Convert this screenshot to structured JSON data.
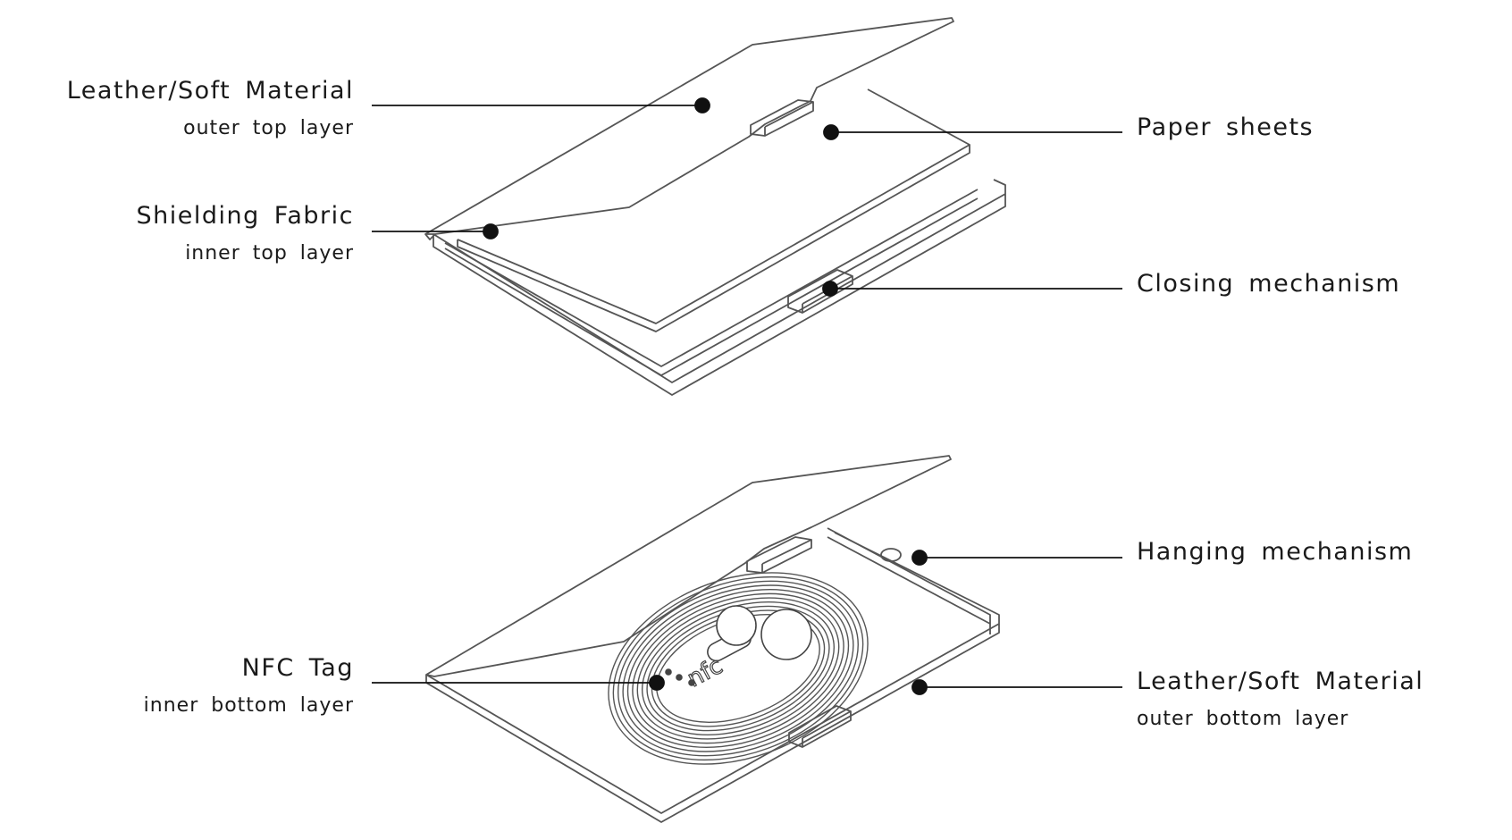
{
  "colors": {
    "line": "#555555",
    "leader": "#111111",
    "text": "#1a1a1a",
    "background": "#ffffff"
  },
  "callouts": [
    {
      "title": "Leather/Soft Material",
      "subtitle": "outer top layer"
    },
    {
      "title": "Shielding Fabric",
      "subtitle": "inner top layer"
    },
    {
      "title": "Paper sheets",
      "subtitle": ""
    },
    {
      "title": "Closing mechanism",
      "subtitle": ""
    },
    {
      "title": "Hanging mechanism",
      "subtitle": ""
    },
    {
      "title": "NFC Tag",
      "subtitle": "inner bottom layer"
    },
    {
      "title": "Leather/Soft Material",
      "subtitle": "outer bottom layer"
    }
  ],
  "nfc_logo_text": "nfc"
}
